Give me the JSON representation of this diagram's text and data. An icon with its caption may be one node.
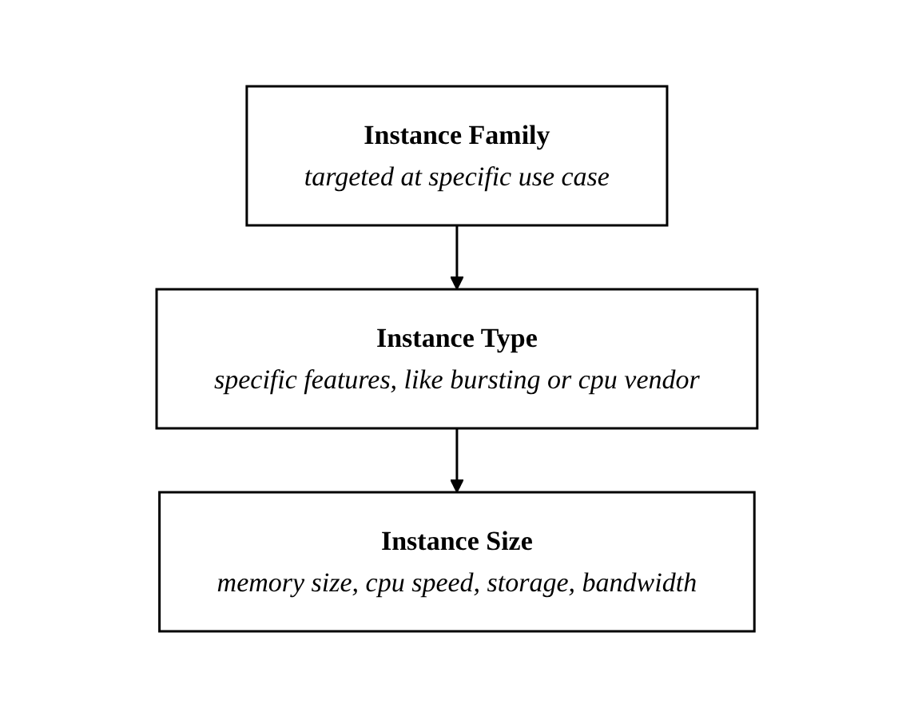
{
  "diagram": {
    "nodes": [
      {
        "text": [
          "Instance Family",
          "targeted at specific use case"
        ]
      },
      {
        "text": [
          "Instance Type",
          "specific features, like bursting or cpu vendor"
        ]
      },
      {
        "text": [
          "Instance Size",
          "memory size, cpu speed, storage, bandwidth"
        ]
      }
    ],
    "edges": [
      {
        "from": 0,
        "to": 1,
        "arrow": "to"
      },
      {
        "from": 1,
        "to": 2,
        "arrow": "to"
      }
    ]
  }
}
